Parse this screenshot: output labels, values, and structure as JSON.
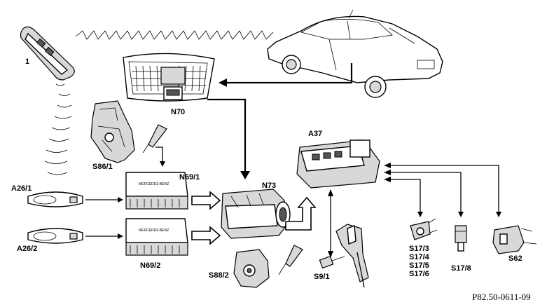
{
  "labels": {
    "remote_key": "1",
    "overhead_control_panel": "N70",
    "alarm_siren": "S86/1",
    "front_door_module_left": "N69/1",
    "door_handle_left": "A26/1",
    "door_handle_right": "A26/2",
    "rear_door_module": "N69/2",
    "ignition_switch_module": "N73",
    "steering_lock": "S88/2",
    "pneumatic_pump": "A37",
    "brake_switch": "S9/1",
    "door_contact_switches": [
      "S17/3",
      "S17/4",
      "S17/5",
      "S17/6"
    ],
    "trunk_switch": "S17/8",
    "hood_switch": "S62"
  },
  "module_text": "MERCEDES-BENZ",
  "reference_code": "P82.50-0611-09"
}
